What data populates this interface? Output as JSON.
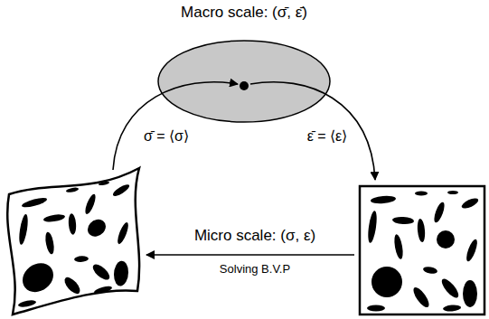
{
  "diagram": {
    "nodes": [
      {
        "text": [
          "Macro scale: (σ̄, ε̄)"
        ]
      }
    ],
    "labels": [
      "σ̄ = ⟨σ⟩",
      "ε̄ = ⟨ε⟩",
      "Micro scale: (σ, ε)",
      "Solving B.V.P"
    ]
  }
}
